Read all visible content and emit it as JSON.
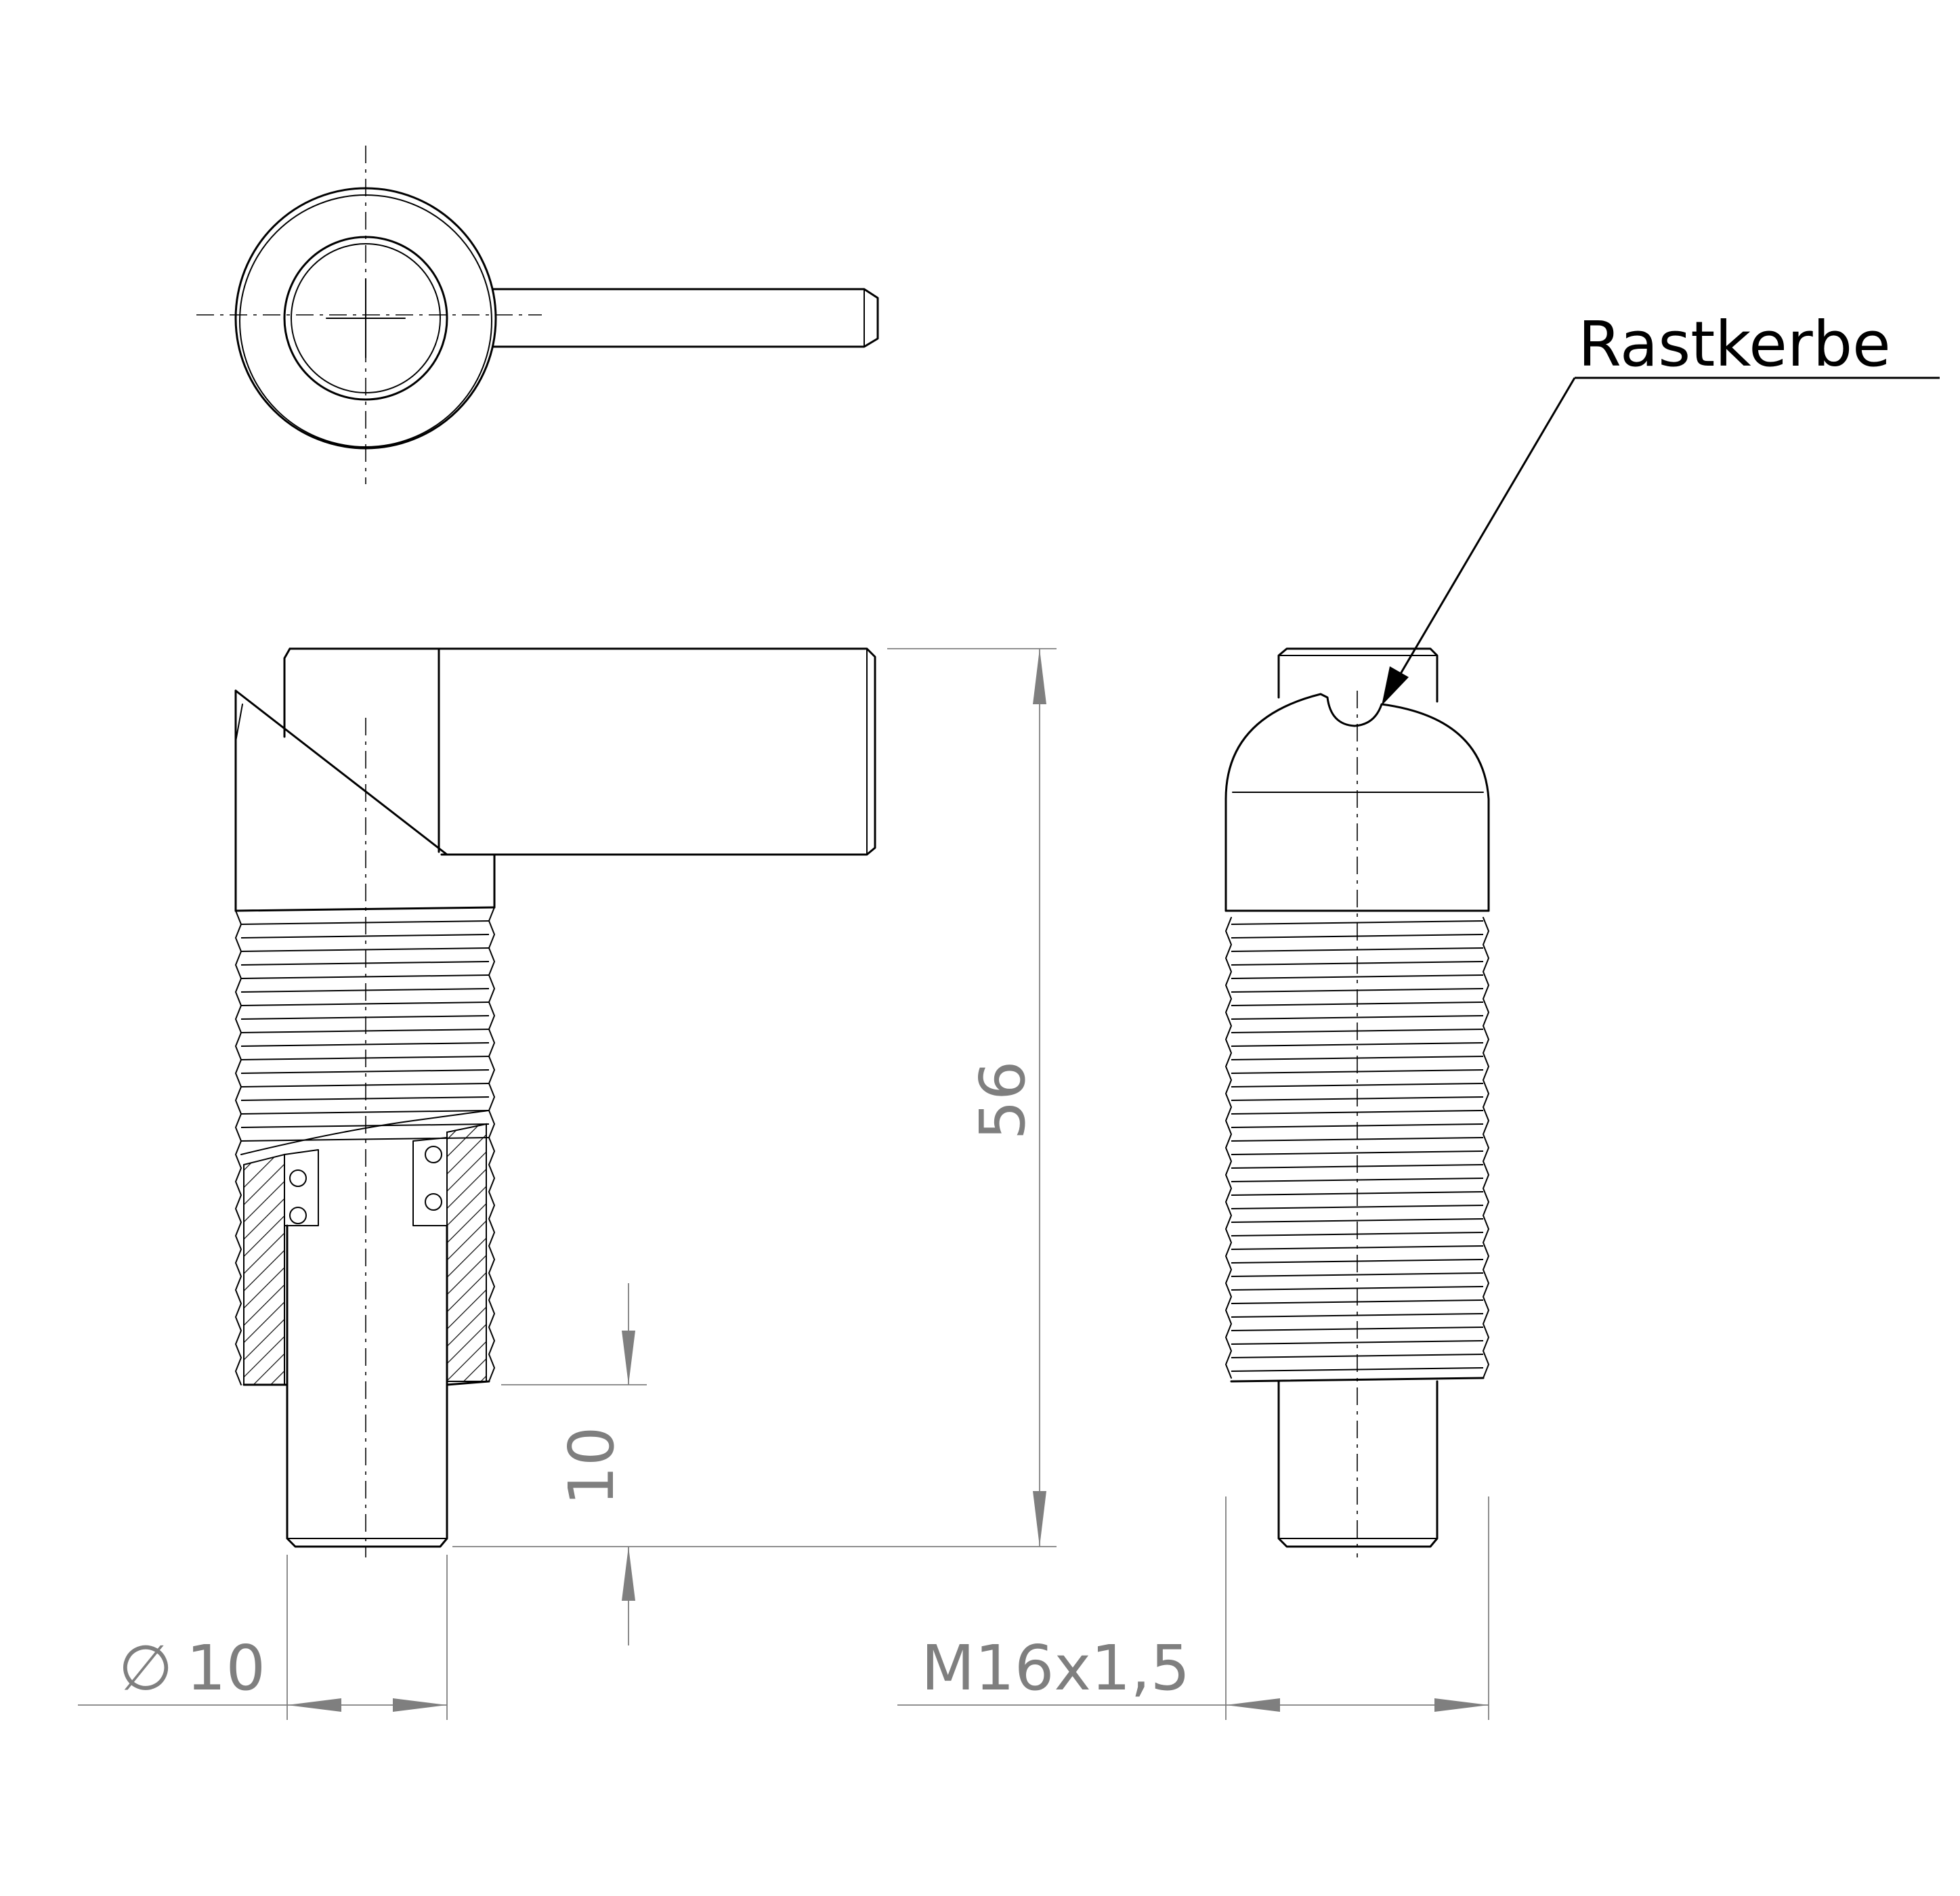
{
  "labels": {
    "detent_notch": "Rastkerbe"
  },
  "dimensions": {
    "overall_height": "56",
    "pin_projection": "10",
    "pin_diameter_symbol": "∅",
    "pin_diameter": "10",
    "thread_size": "M16x1,5"
  },
  "colors": {
    "outline": "#000000",
    "dimension": "#7f7f7f"
  }
}
